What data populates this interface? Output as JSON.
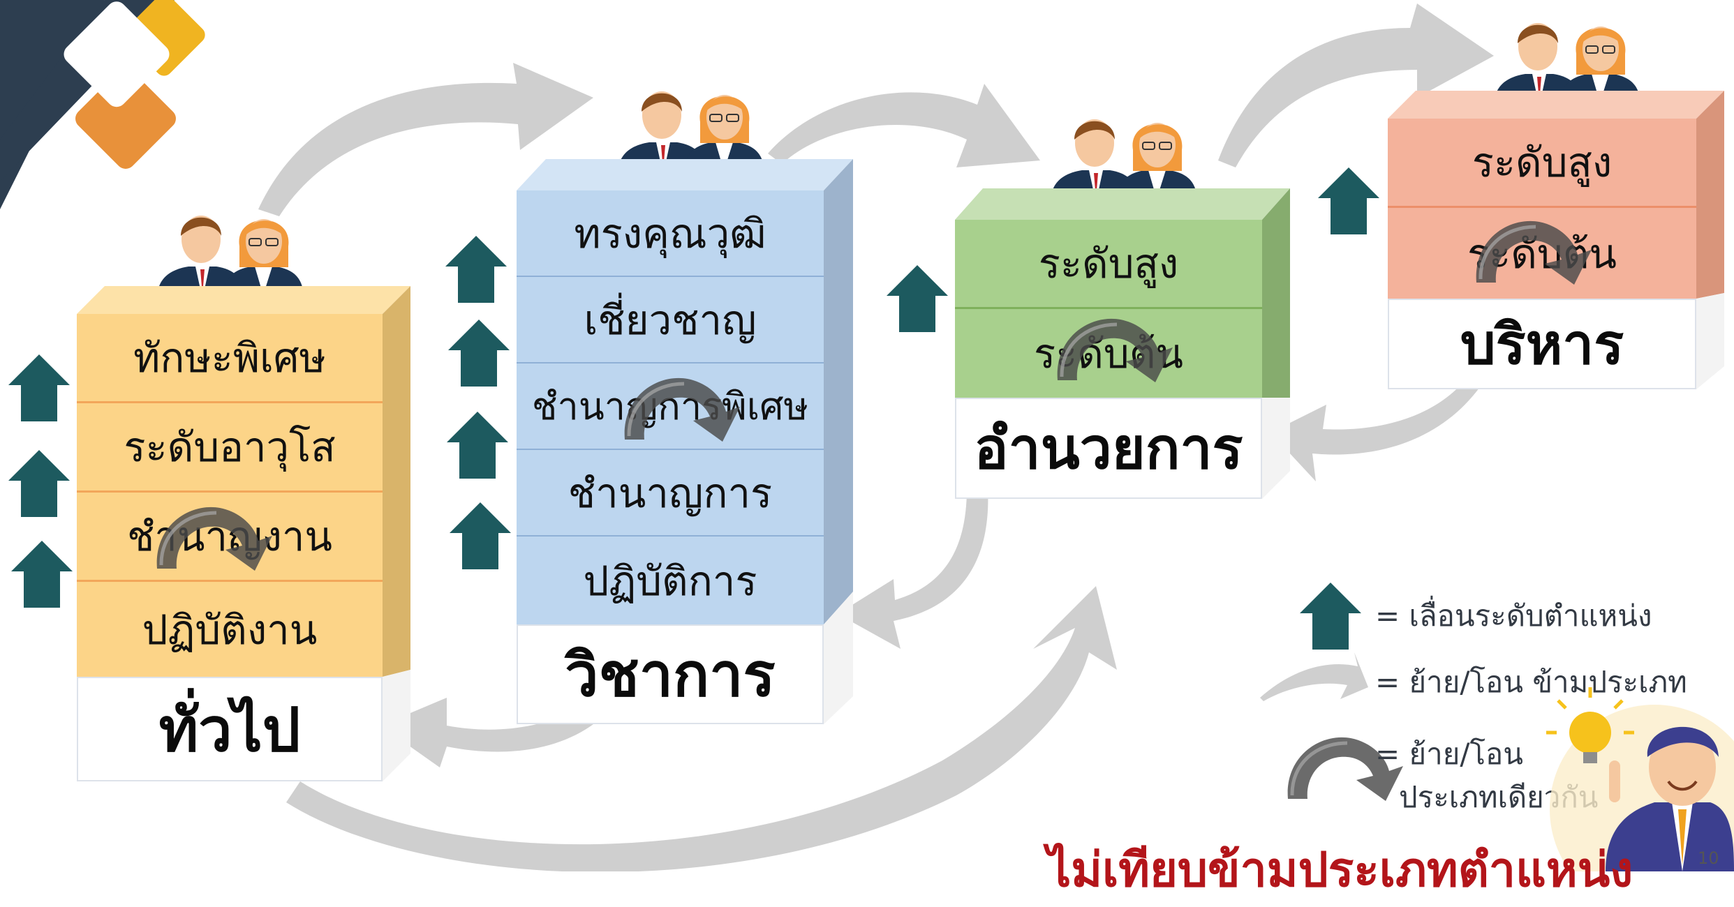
{
  "groups": [
    {
      "id": "general",
      "levels": [
        "ทักษะพิเศษ",
        "ระดับอาวุโส",
        "ชำนาญงาน",
        "ปฏิบัติงาน"
      ],
      "base": "ทั่วไป"
    },
    {
      "id": "academic",
      "levels": [
        "ทรงคุณวุฒิ",
        "เชี่ยวชาญ",
        "ชำนาญการพิเศษ",
        "ชำนาญการ",
        "ปฏิบัติการ"
      ],
      "base": "วิชาการ"
    },
    {
      "id": "director",
      "levels": [
        "ระดับสูง",
        "ระดับต้น"
      ],
      "base": "อำนวยการ"
    },
    {
      "id": "executive",
      "levels": [
        "ระดับสูง",
        "ระดับต้น"
      ],
      "base": "บริหาร"
    }
  ],
  "legend": {
    "promote": "= เลื่อนระดับตำแหน่ง",
    "transfer_cross": "= ย้าย/โอน ข้ามประเภท",
    "transfer_same_1": "= ย้าย/โอน",
    "transfer_same_2": "ประเภทเดียวกัน"
  },
  "footer_text": "ไม่เทียบข้ามประเภทตำแหน่ง",
  "page_number": "10",
  "colors": {
    "general": "#fcd488",
    "academic": "#bdd6ef",
    "director": "#a8d08d",
    "executive": "#f4b29b",
    "up_arrow": "#1d5a5f",
    "footer_text": "#b3151a"
  },
  "icons": [
    "up-arrow-icon",
    "curved-transfer-arrow-icon",
    "curl-arrow-icon",
    "people-icon",
    "lightbulb-icon"
  ]
}
